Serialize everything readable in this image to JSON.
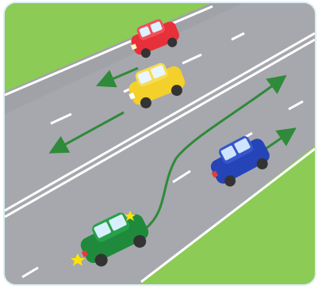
{
  "scene": {
    "description_hidden": "",
    "colors": {
      "grass": "#8ccb55",
      "road": "#a6a8ad",
      "lane_marking": "#ffffff",
      "arrow": "#2f8a3a",
      "border_glow": "#bfe3ee"
    },
    "vehicles": [
      {
        "name": "red-car",
        "color": "#e8303a",
        "direction": "oncoming"
      },
      {
        "name": "yellow-car",
        "color": "#f3d02a",
        "direction": "oncoming"
      },
      {
        "name": "blue-car",
        "color": "#2544b8",
        "direction": "same"
      },
      {
        "name": "green-car",
        "color": "#1f8a3c",
        "direction": "same",
        "signal": "left-indicator-on"
      }
    ],
    "arrows": [
      {
        "name": "red-car-arrow",
        "icon": "arrow-left-icon"
      },
      {
        "name": "yellow-car-arrow",
        "icon": "arrow-left-icon"
      },
      {
        "name": "blue-car-arrow",
        "icon": "arrow-up-right-icon"
      },
      {
        "name": "green-car-overtake-path",
        "icon": "curved-arrow-icon"
      }
    ]
  }
}
